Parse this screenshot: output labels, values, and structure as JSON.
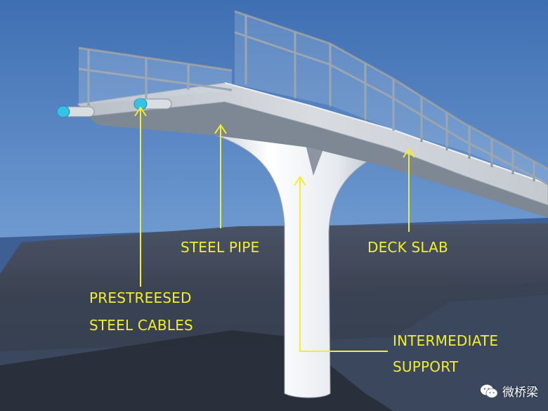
{
  "labels": {
    "steel_pipe": "STEEL PIPE",
    "deck_slab": "DECK SLAB",
    "cables_line1": "PRESTREESED",
    "cables_line2": "STEEL CABLES",
    "support_line1": "INTERMEDIATE",
    "support_line2": "SUPPORT"
  },
  "watermark": {
    "icon": "wechat-icon",
    "text": "微桥梁"
  },
  "colors": {
    "label": "#f2ef2a",
    "arrow": "#f2ef2a",
    "sky": "#5d89c4",
    "ground": "#3f4756"
  }
}
